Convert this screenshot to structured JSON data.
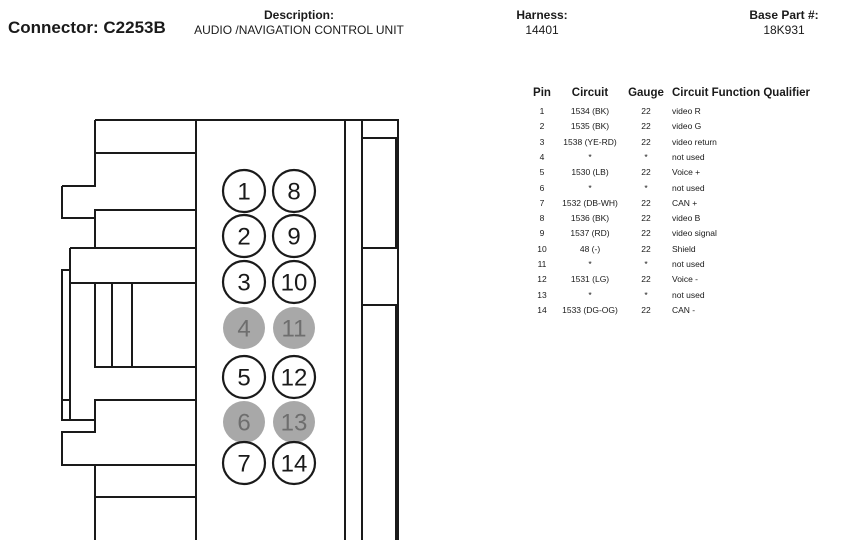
{
  "header": {
    "connector": "Connector: C2253B",
    "description_label": "Description:",
    "description_value": "AUDIO /NAVIGATION CONTROL UNIT",
    "harness_label": "Harness:",
    "harness_value": "14401",
    "base_part_label": "Base Part #:",
    "base_part_value": "18K931"
  },
  "table": {
    "headers": {
      "pin": "Pin",
      "circuit": "Circuit",
      "gauge": "Gauge",
      "function": "Circuit Function Qualifier"
    },
    "rows": [
      {
        "pin": "1",
        "circuit": "1534 (BK)",
        "gauge": "22",
        "function": "video R"
      },
      {
        "pin": "2",
        "circuit": "1535 (BK)",
        "gauge": "22",
        "function": "video G"
      },
      {
        "pin": "3",
        "circuit": "1538 (YE-RD)",
        "gauge": "22",
        "function": "video return"
      },
      {
        "pin": "4",
        "circuit": "*",
        "gauge": "*",
        "function": "not used"
      },
      {
        "pin": "5",
        "circuit": "1530 (LB)",
        "gauge": "22",
        "function": "Voice +"
      },
      {
        "pin": "6",
        "circuit": "*",
        "gauge": "*",
        "function": "not used"
      },
      {
        "pin": "7",
        "circuit": "1532 (DB-WH)",
        "gauge": "22",
        "function": "CAN +"
      },
      {
        "pin": "8",
        "circuit": "1536 (BK)",
        "gauge": "22",
        "function": "video B"
      },
      {
        "pin": "9",
        "circuit": "1537 (RD)",
        "gauge": "22",
        "function": "video signal"
      },
      {
        "pin": "10",
        "circuit": "48 (-)",
        "gauge": "22",
        "function": "Shield"
      },
      {
        "pin": "11",
        "circuit": "*",
        "gauge": "*",
        "function": "not used"
      },
      {
        "pin": "12",
        "circuit": "1531 (LG)",
        "gauge": "22",
        "function": "Voice -"
      },
      {
        "pin": "13",
        "circuit": "*",
        "gauge": "*",
        "function": "not used"
      },
      {
        "pin": "14",
        "circuit": "1533 (DG-OG)",
        "gauge": "22",
        "function": "CAN -"
      }
    ]
  },
  "connector_pins": [
    {
      "label": "1",
      "used": true
    },
    {
      "label": "8",
      "used": true
    },
    {
      "label": "2",
      "used": true
    },
    {
      "label": "9",
      "used": true
    },
    {
      "label": "3",
      "used": true
    },
    {
      "label": "10",
      "used": true
    },
    {
      "label": "4",
      "used": false
    },
    {
      "label": "11",
      "used": false
    },
    {
      "label": "5",
      "used": true
    },
    {
      "label": "12",
      "used": true
    },
    {
      "label": "6",
      "used": false
    },
    {
      "label": "13",
      "used": false
    },
    {
      "label": "7",
      "used": true
    },
    {
      "label": "14",
      "used": true
    }
  ],
  "colors": {
    "line": "#1a1a1a",
    "unused_pin_fill": "#a8a8a8",
    "unused_pin_text": "#6e6e6e"
  }
}
